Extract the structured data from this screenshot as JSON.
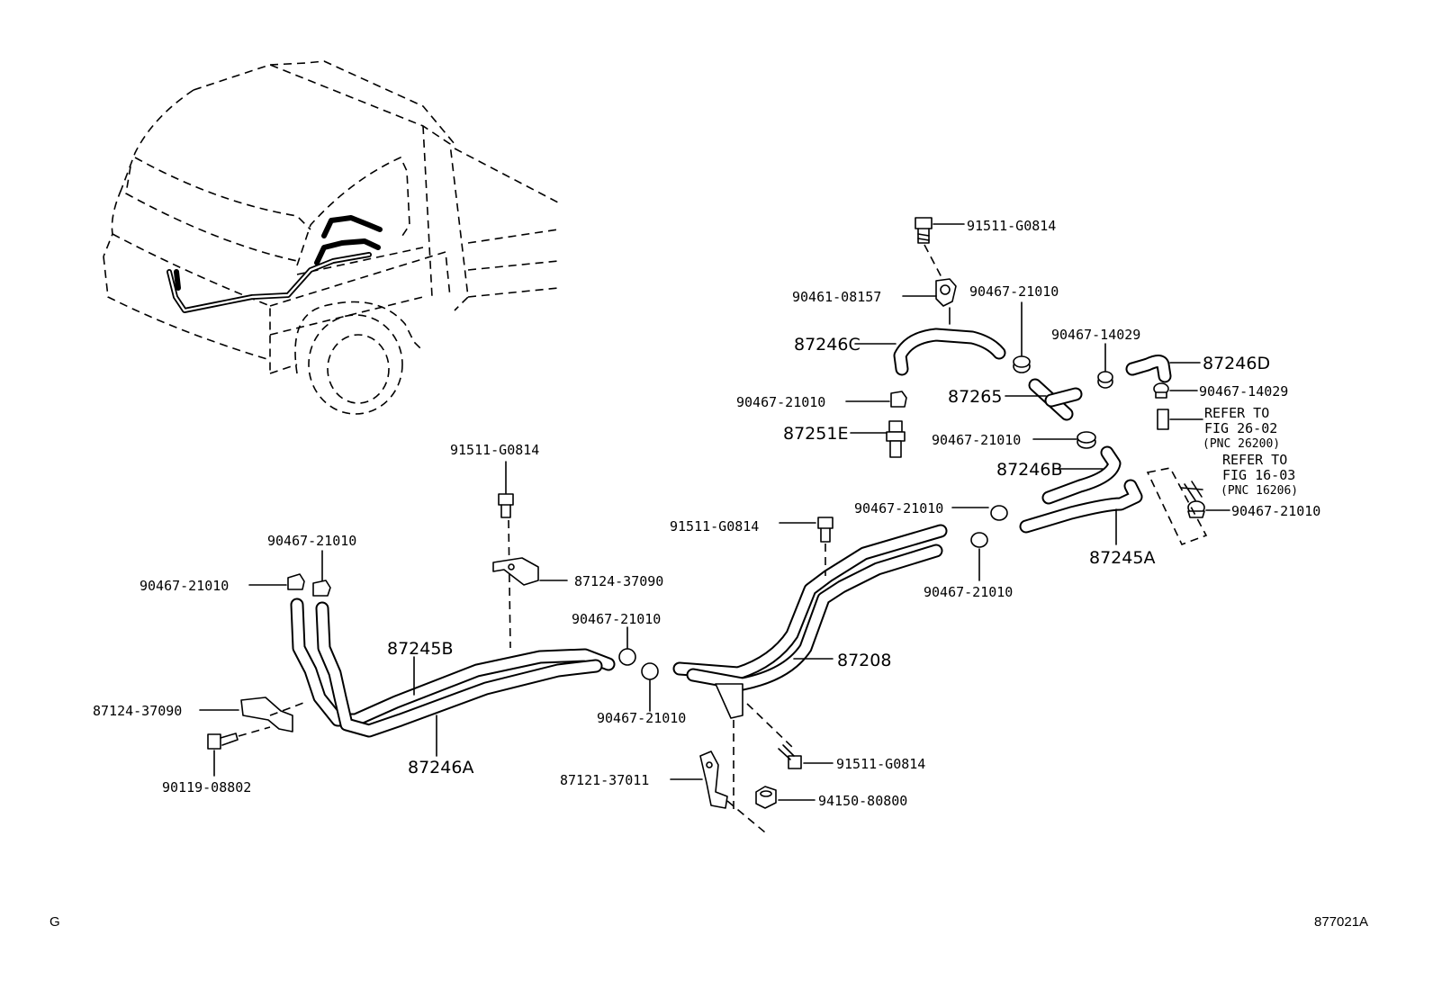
{
  "labels": {
    "bolt_top": "91511-G0814",
    "clamp_top": "90461-08157",
    "clip_top_a": "90467-21010",
    "hose_c": "87246C",
    "clip_1402_a": "90467-14029",
    "hose_d": "87246D",
    "clip_1402_b": "90467-14029",
    "clip_left_mid": "90467-21010",
    "pipe_87265": "87265",
    "valve_e": "87251E",
    "clip_mid_b": "90467-21010",
    "hose_b": "87246B",
    "clip_mid_c": "90467-21010",
    "clip_right": "90467-21010",
    "hose_245a": "87245A",
    "clip_low": "90467-21010",
    "bolt_mid_left": "91511-G0814",
    "bracket_mid": "87124-37090",
    "bolt_mid": "91511-G0814",
    "clip_l1": "90467-21010",
    "clip_l2": "90467-21010",
    "hose_245b": "87245B",
    "bracket_left": "87124-37090",
    "bolt_left": "90119-08802",
    "hose_246a": "87246A",
    "clip_c1": "90467-21010",
    "clip_c2": "90467-21010",
    "pipe_87208": "87208",
    "bracket_low": "87121-37011",
    "bolt_low": "91511-G0814",
    "nut_low": "94150-80800"
  },
  "refer_1": {
    "line1": "REFER TO",
    "line2": "FIG 26-02",
    "line3": "(PNC 26200)"
  },
  "refer_2": {
    "line1": "REFER TO",
    "line2": "FIG 16-03",
    "line3": "(PNC 16206)"
  },
  "footer": {
    "left": "G",
    "right": "877021A"
  }
}
